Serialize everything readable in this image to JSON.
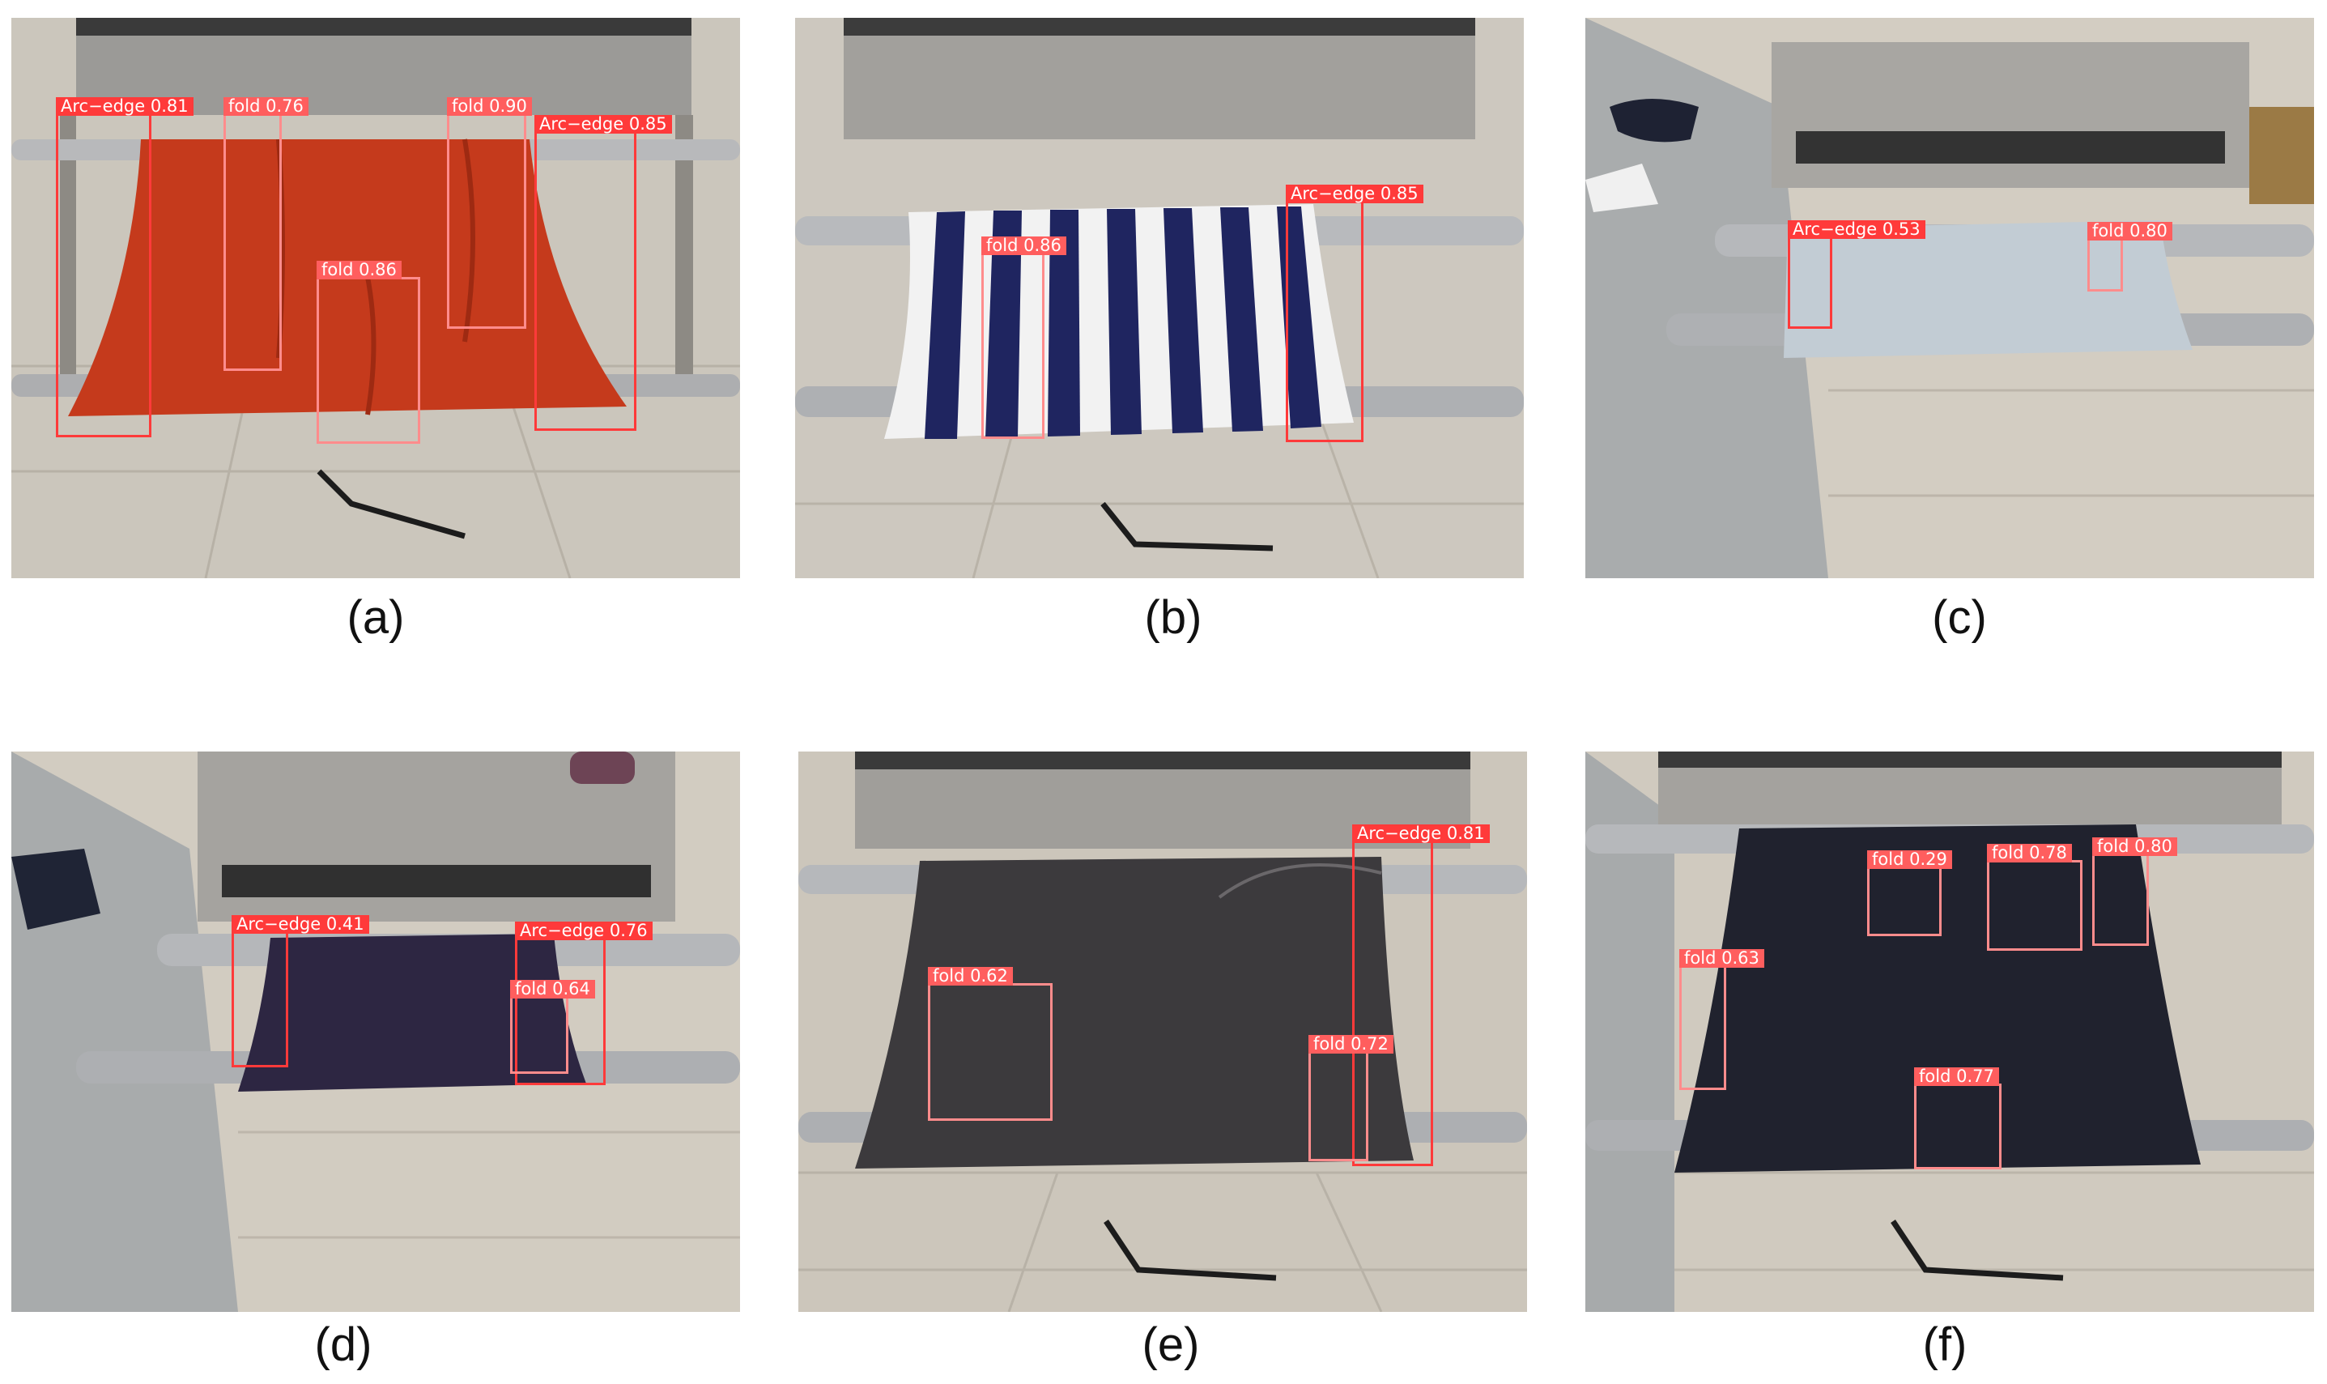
{
  "figure": {
    "panels": [
      {
        "label": "(a)",
        "fabric": "red",
        "detections": [
          {
            "cls": "arc",
            "text": "Arc−edge 0.81"
          },
          {
            "cls": "fold",
            "text": "fold 0.76"
          },
          {
            "cls": "fold",
            "text": "fold 0.86"
          },
          {
            "cls": "fold",
            "text": "fold 0.90"
          },
          {
            "cls": "arc",
            "text": "Arc−edge 0.85"
          }
        ]
      },
      {
        "label": "(b)",
        "fabric": "navy-white-stripes",
        "detections": [
          {
            "cls": "fold",
            "text": "fold 0.86"
          },
          {
            "cls": "arc",
            "text": "Arc−edge 0.85"
          }
        ]
      },
      {
        "label": "(c)",
        "fabric": "light-grey",
        "detections": [
          {
            "cls": "arc",
            "text": "Arc−edge 0.53"
          },
          {
            "cls": "fold",
            "text": "fold 0.80"
          }
        ]
      },
      {
        "label": "(d)",
        "fabric": "dark-purple",
        "detections": [
          {
            "cls": "arc",
            "text": "Arc−edge 0.41"
          },
          {
            "cls": "arc",
            "text": "Arc−edge 0.76"
          },
          {
            "cls": "fold",
            "text": "fold 0.64"
          }
        ]
      },
      {
        "label": "(e)",
        "fabric": "dark-grey",
        "detections": [
          {
            "cls": "arc",
            "text": "Arc−edge 0.81"
          },
          {
            "cls": "fold",
            "text": "fold 0.62"
          },
          {
            "cls": "fold",
            "text": "fold 0.72"
          }
        ]
      },
      {
        "label": "(f)",
        "fabric": "black",
        "detections": [
          {
            "cls": "fold",
            "text": "fold 0.29"
          },
          {
            "cls": "fold",
            "text": "fold 0.78"
          },
          {
            "cls": "fold",
            "text": "fold 0.80"
          },
          {
            "cls": "fold",
            "text": "fold 0.63"
          },
          {
            "cls": "fold",
            "text": "fold 0.77"
          }
        ]
      }
    ],
    "colors": {
      "arc_edge_box": "#ff3a3a",
      "fold_box": "#ff8c8c"
    }
  }
}
